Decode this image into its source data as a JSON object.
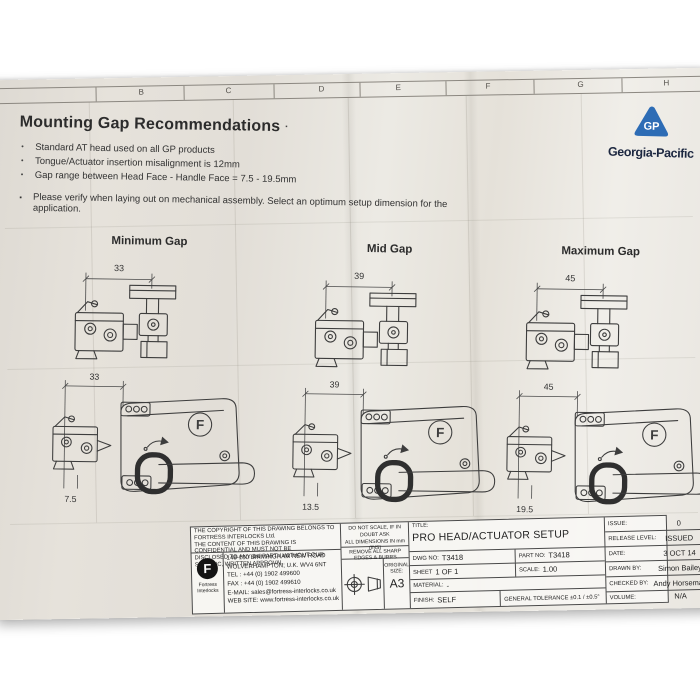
{
  "grid_letters": [
    "B",
    "C",
    "D",
    "E",
    "F",
    "G",
    "H"
  ],
  "header": {
    "title": "Mounting Gap Recommendations",
    "title_suffix": "▪",
    "bullet_char": "•",
    "note_char": "▪",
    "bullets": [
      "Standard AT head used on all GP products",
      "Tongue/Actuator insertion misalignment is 12mm",
      "Gap range between Head Face - Handle Face = 7.5 - 19.5mm"
    ],
    "note": "Please verify when laying out on mechanical assembly.  Select an optimum setup dimension for the application."
  },
  "brand": {
    "logo_text": "GP",
    "name": "Georgia-Pacific"
  },
  "sections": [
    {
      "label": "Minimum Gap",
      "top_dim": "33",
      "bottom_dim": "7.5"
    },
    {
      "label": "Mid Gap",
      "top_dim": "39",
      "bottom_dim": "13.5"
    },
    {
      "label": "Maximum Gap",
      "top_dim": "45",
      "bottom_dim": "19.5"
    }
  ],
  "title_block": {
    "copyright_line1": "THE COPYRIGHT OF THIS DRAWING BELONGS TO FORTRESS INTERLOCKS Ltd.",
    "copyright_line2": "THE CONTENT OF THIS DRAWING IS CONFIDENTIAL AND MUST NOT BE",
    "copyright_line3": "DISCLOSED TO ANY 3rd PARTY WITHOUT OUR SPECIFIC, WRITTEN APPROVAL.",
    "company": {
      "logo_initial": "F",
      "logo_name_line1": "Fortress",
      "logo_name_line2": "Interlocks",
      "address1": "148-150 BIRMINGHAM NEW ROAD",
      "address2": "WOLVERHAMPTON, U.K.  WV4 6NT",
      "tel": "TEL : +44 (0) 1902 499600",
      "fax": "FAX : +44 (0) 1902 499610",
      "email": "E-MAIL: sales@fortress-interlocks.co.uk",
      "web": "WEB SITE: www.fortress-interlocks.co.uk"
    },
    "notes": {
      "line1": "DO NOT SCALE, IF IN DOUBT ASK",
      "line2": "ALL DIMENSIONS IN mm (INS)",
      "line3": "REMOVE ALL SHARP EDGES & BURRS",
      "original_size_label": "ORIGINAL SIZE:",
      "original_size": "A3"
    },
    "fields": {
      "title_label": "TITLE:",
      "title": "PRO HEAD/ACTUATOR SETUP",
      "dwg_no_label": "DWG NO:",
      "dwg_no": "T3418",
      "part_no_label": "PART NO:",
      "part_no": "T3418",
      "sheet_label": "SHEET",
      "sheet": "1 OF 1",
      "scale_label": "SCALE:",
      "scale": "1.00",
      "material_label": "MATERIAL:",
      "material": "-",
      "finish_label": "FINISH:",
      "finish": "SELF",
      "tolerance": "GENERAL TOLERANCE ±0.1 / ±0.5°",
      "issue_label": "ISSUE:",
      "issue": "0",
      "release_label": "RELEASE LEVEL:",
      "release": "ISSUED",
      "date_label": "DATE:",
      "date": "3 OCT 14",
      "drawn_label": "DRAWN BY:",
      "drawn": "Simon Bailey",
      "checked_label": "CHECKED BY:",
      "checked": "Andy Horseman",
      "volume_label": "VOLUME:",
      "volume": "N/A"
    }
  },
  "colors": {
    "brand_blue": "#2d6cb5",
    "brand_navy": "#1c2740",
    "paper": "#e7e3dc",
    "line": "#3d3d3d"
  }
}
